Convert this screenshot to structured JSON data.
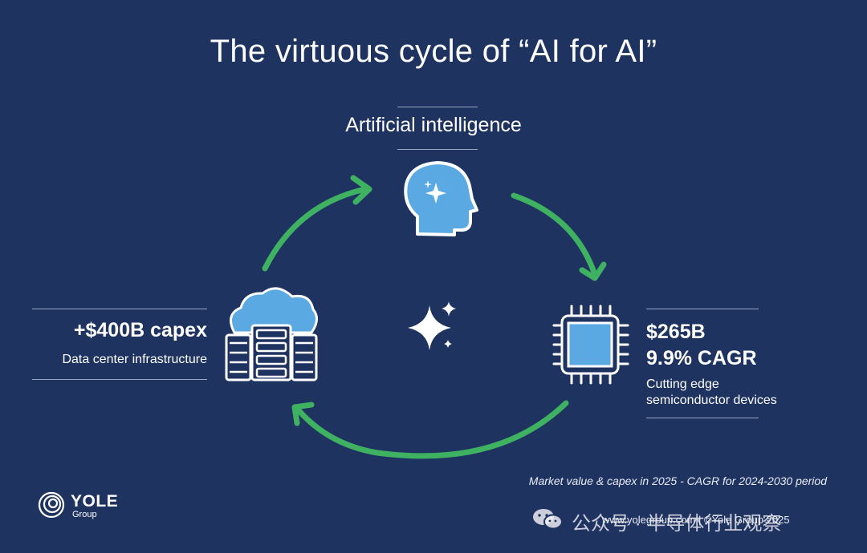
{
  "title": "The virtuous cycle of “AI for AI”",
  "nodes": {
    "top": {
      "label": "Artificial intelligence",
      "icon": "ai-head-icon"
    },
    "left": {
      "value": "+$400B capex",
      "label": "Data center infrastructure",
      "icon": "cloud-server-icon"
    },
    "right": {
      "value_line1": "$265B",
      "value_line2": "9.9% CAGR",
      "label_line1": "Cutting edge",
      "label_line2": "semiconductor devices",
      "icon": "chip-icon"
    },
    "center": {
      "icon": "sparkle-icon"
    }
  },
  "footnote": "Market value & capex in 2025  - CAGR for 2024-2030 period",
  "logo": {
    "name": "YOLE",
    "sub": "Group"
  },
  "watermark": "公众号 · 半导体行业观察",
  "url": "www.yolegroup.com | ©Yole Group 2025",
  "colors": {
    "background": "#1f3361",
    "arrow": "#3fb262",
    "icon_fill": "#5aa9e3",
    "text": "#ffffff"
  }
}
